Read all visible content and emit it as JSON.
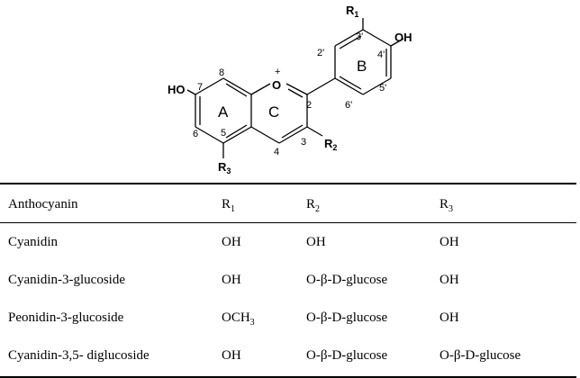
{
  "structure": {
    "atoms": {
      "r1": "R",
      "r1_sub": "1",
      "r2": "R",
      "r2_sub": "2",
      "r3": "R",
      "r3_sub": "3",
      "oh_4p": "OH",
      "ho_7": "HO",
      "oxygen": "O",
      "charge": "+"
    },
    "rings": {
      "a": "A",
      "b": "B",
      "c": "C"
    },
    "positions": {
      "p8": "8",
      "p7": "7",
      "p6": "6",
      "p5": "5",
      "p4": "4",
      "p3": "3",
      "p2": "2",
      "p2p": "2'",
      "p3p": "3'",
      "p4p": "4'",
      "p5p": "5'",
      "p6p": "6'"
    }
  },
  "table": {
    "headers": [
      {
        "text": "Anthocyanin",
        "sub": ""
      },
      {
        "text": "R",
        "sub": "1"
      },
      {
        "text": "R",
        "sub": "2"
      },
      {
        "text": "R",
        "sub": "3"
      }
    ],
    "rows": [
      {
        "name": "Cyanidin",
        "r1": "OH",
        "r1_sub": "",
        "r2": "OH",
        "r3": "OH"
      },
      {
        "name": "Cyanidin-3-glucoside",
        "r1": "OH",
        "r1_sub": "",
        "r2": "O-β-D-glucose",
        "r3": "OH"
      },
      {
        "name": "Peonidin-3-glucoside",
        "r1": "OCH",
        "r1_sub": "3",
        "r2": "O-β-D-glucose",
        "r3": "OH"
      },
      {
        "name": "Cyanidin-3,5- diglucoside",
        "r1": "OH",
        "r1_sub": "",
        "r2": "O-β-D-glucose",
        "r3": "O-β-D-glucose"
      }
    ]
  }
}
